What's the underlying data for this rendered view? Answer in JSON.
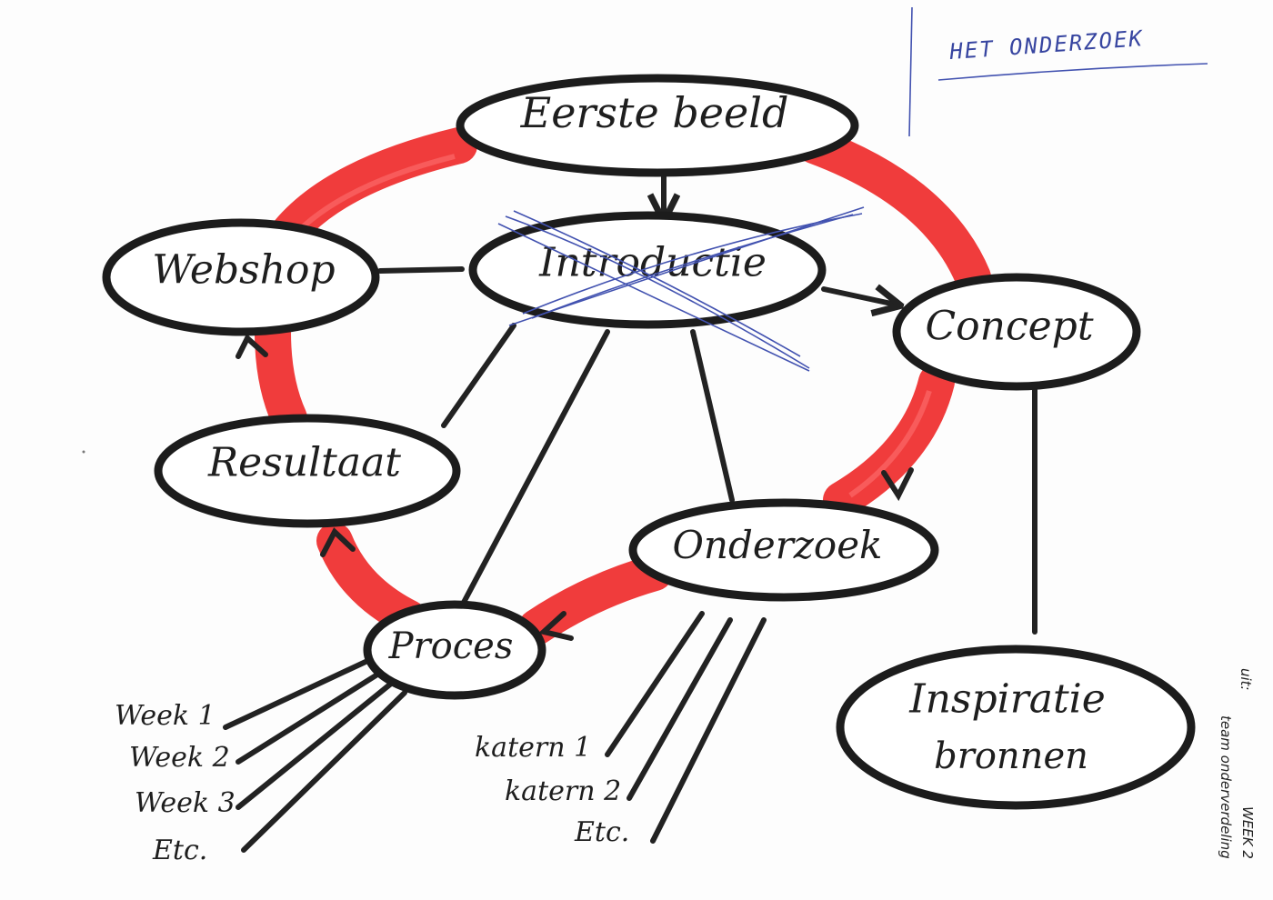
{
  "header": {
    "title": "HET ONDERZOEK"
  },
  "nodes": {
    "eerste_beeld": "Eerste beeld",
    "introductie": "Introductie",
    "webshop": "Webshop",
    "concept": "Concept",
    "resultaat": "Resultaat",
    "onderzoek": "Onderzoek",
    "proces": "Proces",
    "inspiratie_line1": "Inspiratie",
    "inspiratie_line2": "bronnen"
  },
  "proces_items": [
    "Week 1",
    "Week 2",
    "Week 3",
    "Etc."
  ],
  "onderzoek_items": [
    "katern 1",
    "katern 2",
    "Etc."
  ],
  "side_note": {
    "line1": "uit:",
    "line2": "WEEK 2",
    "line3": "team onderverdeling"
  },
  "colors": {
    "cycle": "#ef2b2b",
    "ink": "#1c1c1c",
    "header_ink": "#3745a0",
    "crossout": "#4252b0"
  }
}
